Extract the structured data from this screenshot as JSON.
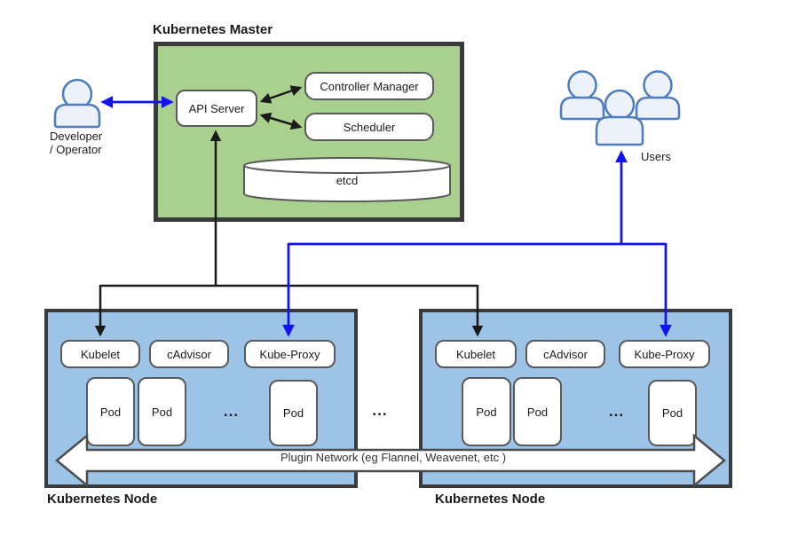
{
  "master": {
    "title": "Kubernetes Master",
    "api_server": "API Server",
    "controller_manager": "Controller Manager",
    "scheduler": "Scheduler",
    "etcd": "etcd"
  },
  "actors": {
    "developer": {
      "line1": "Developer",
      "line2": "/ Operator",
      "icon": "person-icon"
    },
    "users": {
      "label": "Users",
      "icon": "people-group-icon"
    }
  },
  "nodes": [
    {
      "title": "Kubernetes Node",
      "components": [
        "Kubelet",
        "cAdvisor",
        "Kube-Proxy"
      ],
      "pods": [
        "Pod",
        "Pod",
        "Pod"
      ],
      "pods_ellipsis": "..."
    },
    {
      "title": "Kubernetes Node",
      "components": [
        "Kubelet",
        "cAdvisor",
        "Kube-Proxy"
      ],
      "pods": [
        "Pod",
        "Pod",
        "Pod"
      ],
      "pods_ellipsis": "..."
    }
  ],
  "nodes_gap_ellipsis": "...",
  "network": {
    "label": "Plugin Network (eg Flannel, Weavenet, etc )",
    "icon": "double-arrow-icon"
  },
  "storage_icon": "database-cylinder-icon",
  "colors": {
    "master-fill": "#a9d08e",
    "node-fill": "#9dc3e6",
    "container-border": "#3a3a3a",
    "box-border": "#595959",
    "arrow-black": "#1a1a1a",
    "arrow-blue": "#1412f0",
    "person-fill": "#edf2fa",
    "person-stroke": "#4d7dbf"
  }
}
